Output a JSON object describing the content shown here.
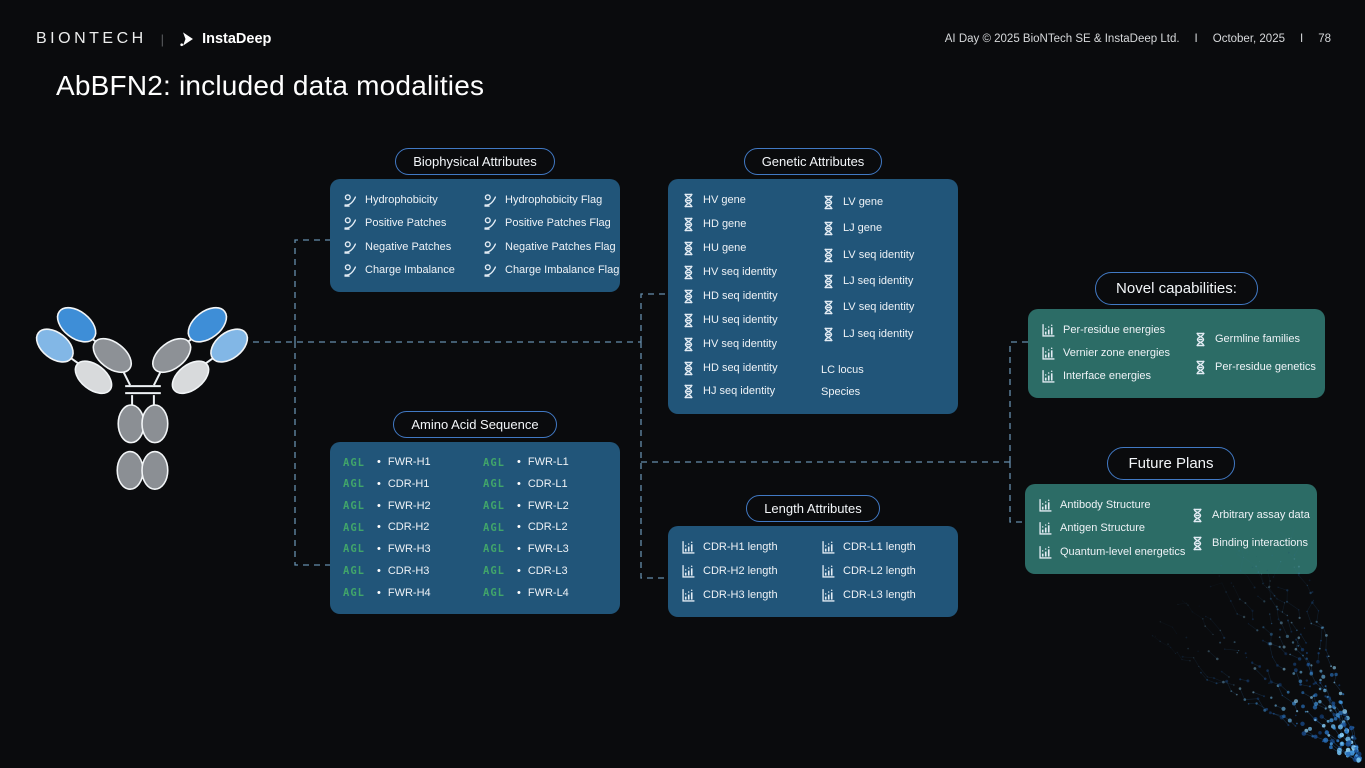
{
  "header": {
    "biontech_logo": "BIONTECH",
    "logo_separator": "|",
    "instadeep_logo": "InstaDeep",
    "meta_left": "AI Day © 2025  BioNTech SE & InstaDeep Ltd.",
    "separator": "I",
    "date": "October, 2025",
    "page_number": "78"
  },
  "title": "AbBFN2: included data modalities",
  "panels": {
    "biophysical": {
      "label": "Biophysical Attributes",
      "columns": [
        [
          {
            "icon": "balance",
            "text": "Hydrophobicity"
          },
          {
            "icon": "balance",
            "text": "Positive Patches"
          },
          {
            "icon": "balance",
            "text": "Negative Patches"
          },
          {
            "icon": "balance",
            "text": "Charge Imbalance"
          }
        ],
        [
          {
            "icon": "balance",
            "text": "Hydrophobicity Flag"
          },
          {
            "icon": "balance",
            "text": "Positive Patches Flag"
          },
          {
            "icon": "balance",
            "text": "Negative Patches Flag"
          },
          {
            "icon": "balance",
            "text": "Charge Imbalance Flag"
          }
        ]
      ]
    },
    "genetic": {
      "label": "Genetic Attributes",
      "columns": [
        [
          {
            "icon": "dna",
            "text": "HV gene"
          },
          {
            "icon": "dna",
            "text": "HD gene"
          },
          {
            "icon": "dna",
            "text": "HU gene"
          },
          {
            "icon": "dna",
            "text": "HV seq identity"
          },
          {
            "icon": "dna",
            "text": "HD seq identity"
          },
          {
            "icon": "dna",
            "text": "HU seq identity"
          },
          {
            "icon": "dna",
            "text": "HV seq identity"
          },
          {
            "icon": "dna",
            "text": "HD seq identity"
          },
          {
            "icon": "dna",
            "text": "HJ seq identity"
          }
        ],
        [
          {
            "icon": "dna",
            "text": "LV gene"
          },
          {
            "icon": "dna",
            "text": "LJ gene"
          },
          {
            "icon": "dna",
            "text": "LV seq identity"
          },
          {
            "icon": "dna",
            "text": "LJ seq identity"
          },
          {
            "icon": "dna",
            "text": "LV seq identity"
          },
          {
            "icon": "dna",
            "text": "LJ seq identity"
          },
          {
            "icon": "",
            "text": ""
          },
          {
            "icon": "",
            "text": "LC locus"
          },
          {
            "icon": "",
            "text": "Species"
          }
        ]
      ]
    },
    "amino": {
      "label": "Amino Acid Sequence",
      "columns": [
        [
          {
            "prefix": "AGL",
            "text": "FWR-H1"
          },
          {
            "prefix": "AGL",
            "text": "CDR-H1"
          },
          {
            "prefix": "AGL",
            "text": "FWR-H2"
          },
          {
            "prefix": "AGL",
            "text": "CDR-H2"
          },
          {
            "prefix": "AGL",
            "text": "FWR-H3"
          },
          {
            "prefix": "AGL",
            "text": "CDR-H3"
          },
          {
            "prefix": "AGL",
            "text": "FWR-H4"
          }
        ],
        [
          {
            "prefix": "AGL",
            "text": "FWR-L1"
          },
          {
            "prefix": "AGL",
            "text": "CDR-L1"
          },
          {
            "prefix": "AGL",
            "text": "FWR-L2"
          },
          {
            "prefix": "AGL",
            "text": "CDR-L2"
          },
          {
            "prefix": "AGL",
            "text": "FWR-L3"
          },
          {
            "prefix": "AGL",
            "text": "CDR-L3"
          },
          {
            "prefix": "AGL",
            "text": "FWR-L4"
          }
        ]
      ]
    },
    "length": {
      "label": "Length Attributes",
      "columns": [
        [
          {
            "icon": "chart",
            "text": "CDR-H1 length"
          },
          {
            "icon": "chart",
            "text": "CDR-H2 length"
          },
          {
            "icon": "chart",
            "text": "CDR-H3 length"
          }
        ],
        [
          {
            "icon": "chart",
            "text": "CDR-L1 length"
          },
          {
            "icon": "chart",
            "text": "CDR-L2 length"
          },
          {
            "icon": "chart",
            "text": "CDR-L3 length"
          }
        ]
      ]
    },
    "novel": {
      "label": "Novel capabilities:",
      "columns": [
        [
          {
            "icon": "chart",
            "text": "Per-residue energies"
          },
          {
            "icon": "chart",
            "text": "Vernier zone energies"
          },
          {
            "icon": "chart",
            "text": "Interface energies"
          }
        ],
        [
          {
            "icon": "dna",
            "text": "Germline families"
          },
          {
            "icon": "dna",
            "text": "Per-residue genetics"
          }
        ]
      ]
    },
    "future": {
      "label": "Future Plans",
      "columns": [
        [
          {
            "icon": "chart",
            "text": "Antibody Structure"
          },
          {
            "icon": "chart",
            "text": "Antigen Structure"
          },
          {
            "icon": "chart",
            "text": "Quantum-level energetics"
          }
        ],
        [
          {
            "icon": "dna",
            "text": "Arbitrary assay data"
          },
          {
            "icon": "dna",
            "text": "Binding interactions"
          }
        ]
      ]
    }
  },
  "colors": {
    "background": "#0a0b0d",
    "panel_blue": "#215579",
    "panel_teal": "#2c6c66",
    "pill_border": "#4179c4",
    "agl_green": "#41a56a",
    "connector": "#6f9cbe"
  }
}
